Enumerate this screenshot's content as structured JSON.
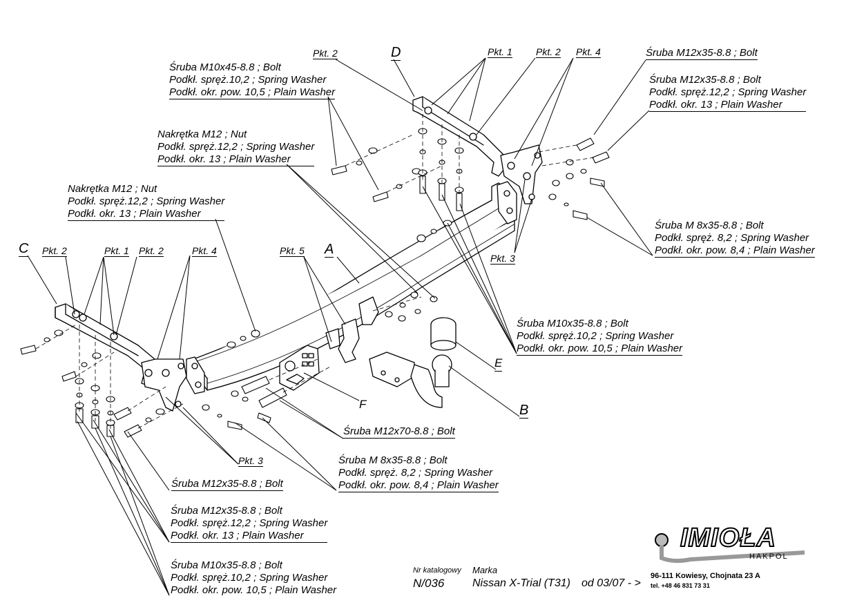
{
  "labels": {
    "bolt_m10x45_top": [
      "Śruba M10x45-8.8 ;  Bolt",
      "Podkł. spręż.10,2 ; Spring Washer",
      "Podkł. okr. pow. 10,5 ; Plain Washer"
    ],
    "nut_m12_top": [
      "Nakrętka  M12 ; Nut",
      "Podkł. spręż.12,2 ; Spring Washer",
      "Podkł. okr. 13 ; Plain Washer"
    ],
    "nut_m12_left": [
      "Nakrętka  M12 ; Nut",
      "Podkł. spręż.12,2 ; Spring Washer",
      "Podkł. okr. 13 ; Plain Washer"
    ],
    "bolt_m12x35_right_single": "Śruba M12x35-8.8 ;  Bolt",
    "bolt_m12x35_right_set": [
      "Śruba M12x35-8.8 ;  Bolt",
      "Podkł. spręż.12,2 ; Spring Washer",
      "Podkł. okr. 13 ; Plain Washer"
    ],
    "bolt_m8x35_right": [
      "Śruba M 8x35-8.8 ;  Bolt",
      "Podkł. spręż. 8,2 ; Spring Washer",
      "Podkł. okr. pow. 8,4 ; Plain Washer"
    ],
    "bolt_m10x35_right": [
      "Śruba M10x35-8.8 ;  Bolt",
      "Podkł. spręż.10,2 ; Spring Washer",
      "Podkł. okr. pow. 10,5 ; Plain Washer"
    ],
    "bolt_m12x70": "Śruba M12x70-8.8 ;  Bolt",
    "bolt_m8x35_center": [
      "Śruba M 8x35-8.8 ;  Bolt",
      "Podkł. spręż. 8,2 ; Spring Washer",
      "Podkł. okr. pow. 8,4 ; Plain Washer"
    ],
    "bolt_m12x35_left_single": "Śruba M12x35-8.8 ;  Bolt",
    "bolt_m12x35_left_set": [
      "Śruba M12x35-8.8 ;  Bolt",
      "Podkł. spręż.12,2 ; Spring Washer",
      "Podkł. okr. 13 ; Plain Washer"
    ],
    "bolt_m10x35_left": [
      "Śruba M10x35-8.8 ;  Bolt",
      "Podkł. spręż.10,2 ; Spring Washer",
      "Podkł. okr. pow. 10,5 ; Plain Washer"
    ]
  },
  "pkt": {
    "top_pkt2_a": "Pkt. 2",
    "top_pkt1": "Pkt. 1",
    "top_pkt2_b": "Pkt. 2",
    "top_pkt4": "Pkt. 4",
    "top_pkt3": "Pkt. 3",
    "left_pkt2_a": "Pkt. 2",
    "left_pkt1": "Pkt. 1",
    "left_pkt2_b": "Pkt. 2",
    "left_pkt4": "Pkt. 4",
    "pkt5": "Pkt. 5",
    "left_pkt3": "Pkt. 3"
  },
  "letters": {
    "a": "A",
    "b": "B",
    "c": "C",
    "d": "D",
    "e": "E",
    "f": "F"
  },
  "footer": {
    "catalog_label": "Nr katalogowy",
    "catalog_value": "N/036",
    "make_label": "Marka",
    "make_value": "Nissan X-Trial (T31)",
    "date_value": "od 03/07 - >",
    "address": "96-111 Kowiesy, Chojnata 23 A",
    "phone": "tel. +48 46 831 73 31"
  },
  "logo": {
    "brand": "IMIOŁA",
    "sub": "HAKPOL"
  }
}
